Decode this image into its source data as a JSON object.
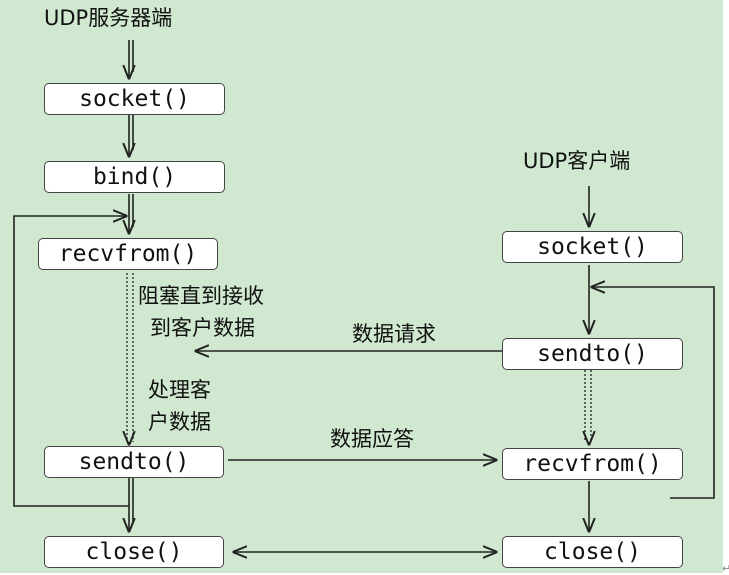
{
  "server": {
    "title": "UDP服务器端",
    "steps": [
      "socket()",
      "bind()",
      "recvfrom()",
      "sendto()",
      "close()"
    ]
  },
  "client": {
    "title": "UDP客户端",
    "steps": [
      "socket()",
      "sendto()",
      "recvfrom()",
      "close()"
    ]
  },
  "notes": {
    "block_1": "阻塞直到接收",
    "block_2": "到客户数据",
    "process_1": "处理客",
    "process_2": "户数据"
  },
  "messages": {
    "request": "数据请求",
    "response": "数据应答"
  },
  "colors": {
    "background": "#cfe8cf",
    "box_fill": "#ffffff",
    "line": "#222222"
  }
}
